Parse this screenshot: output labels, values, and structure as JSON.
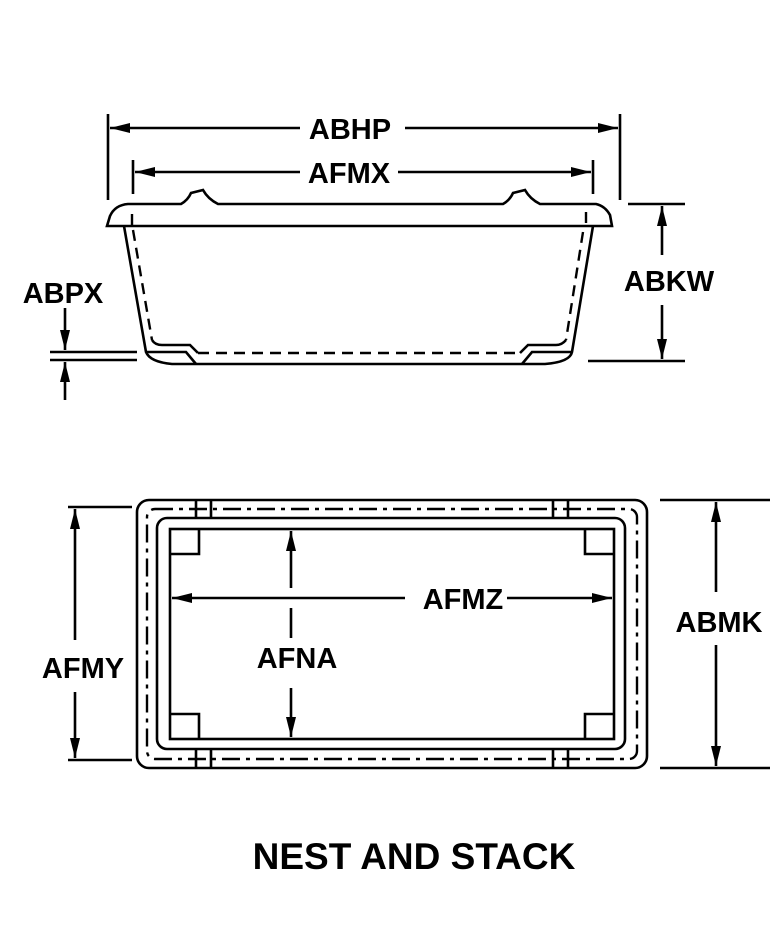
{
  "title": "NEST AND STACK",
  "side_view": {
    "dimensions": {
      "overall_length": "ABHP",
      "inner_length": "AFMX",
      "base_thickness": "ABPX",
      "height": "ABKW"
    }
  },
  "top_view": {
    "dimensions": {
      "inner_width": "AFMY",
      "inner_bottom_length": "AFMZ",
      "inner_bottom_width": "AFNA",
      "overall_width": "ABMK"
    }
  },
  "colors": {
    "line": "#000000",
    "background": "#ffffff"
  }
}
